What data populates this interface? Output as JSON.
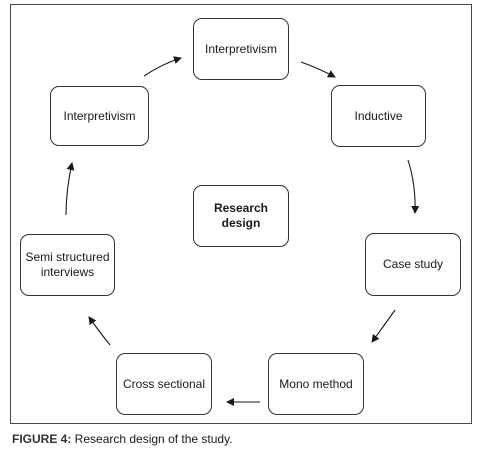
{
  "diagram": {
    "nodes": {
      "top": "Interpretivism",
      "upper_left": "Interpretivism",
      "upper_right": "Inductive",
      "center_line1": "Research",
      "center_line2": "design",
      "left": "Semi structured interviews",
      "right": "Case study",
      "bottom_left": "Cross sectional",
      "bottom_right": "Mono method"
    }
  },
  "caption": {
    "label": "FIGURE 4:",
    "text": " Research design of the study."
  }
}
